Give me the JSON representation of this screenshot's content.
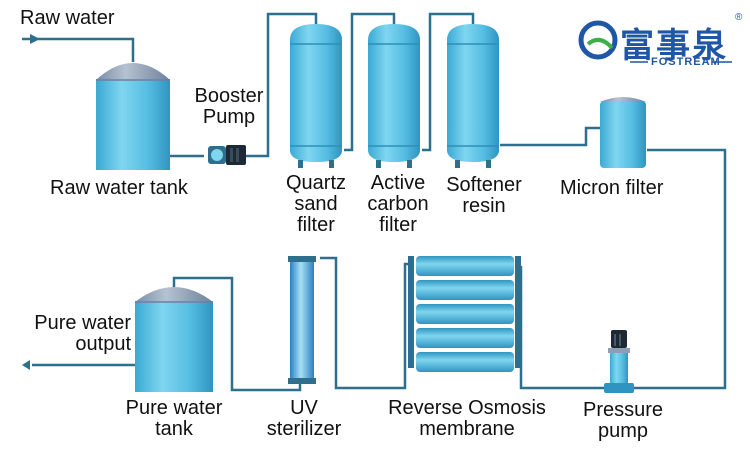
{
  "labels": {
    "raw_water": "Raw water",
    "raw_water_tank": "Raw water tank",
    "booster_pump": [
      "Booster",
      "Pump"
    ],
    "quartz_sand_filter": [
      "Quartz",
      "sand",
      "filter"
    ],
    "active_carbon_filter": [
      "Active",
      "carbon",
      "filter"
    ],
    "softener_resin": [
      "Softener",
      "resin"
    ],
    "micron_filter": "Micron filter",
    "pure_water_output": [
      "Pure water",
      "output"
    ],
    "pure_water_tank": [
      "Pure water",
      "tank"
    ],
    "uv_sterilizer": [
      "UV",
      "sterilizer"
    ],
    "reverse_osmosis_membrane": [
      "Reverse Osmosis",
      "membrane"
    ],
    "pressure_pump": [
      "Pressure",
      "pump"
    ]
  },
  "logo": {
    "cn": "富事泉",
    "en": "FOSTREAM",
    "reg": "®"
  },
  "colors": {
    "water_blue": "#5cc3e6",
    "water_dark": "#2e8fb8",
    "pipe": "#2d6f8c",
    "dome": "#8e9fb5",
    "brand_blue": "#1f56a6",
    "brand_green": "#3fae49"
  }
}
